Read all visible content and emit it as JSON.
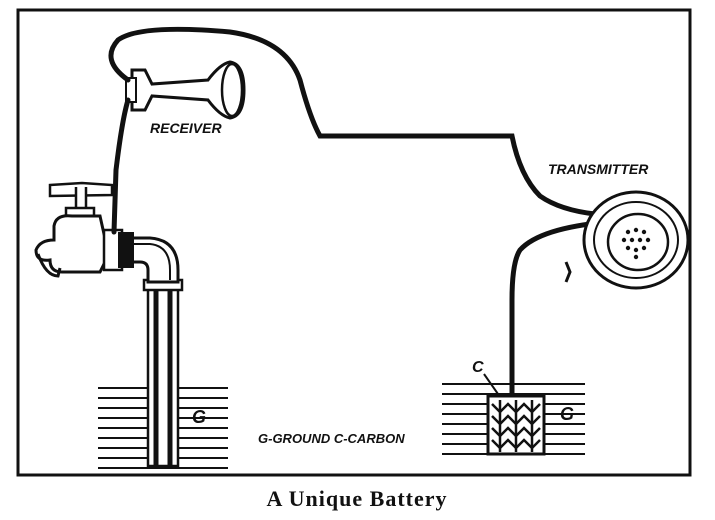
{
  "diagram": {
    "labels": {
      "receiver": "RECEIVER",
      "transmitter": "TRANSMITTER",
      "ground_left": "G",
      "ground_right": "G",
      "carbon": "C",
      "legend": "G-GROUND C-CARBON"
    },
    "caption": "A Unique Battery"
  },
  "icons": {
    "receiver": "telephone-receiver-icon",
    "transmitter": "telephone-transmitter-icon",
    "faucet": "water-faucet-icon"
  }
}
